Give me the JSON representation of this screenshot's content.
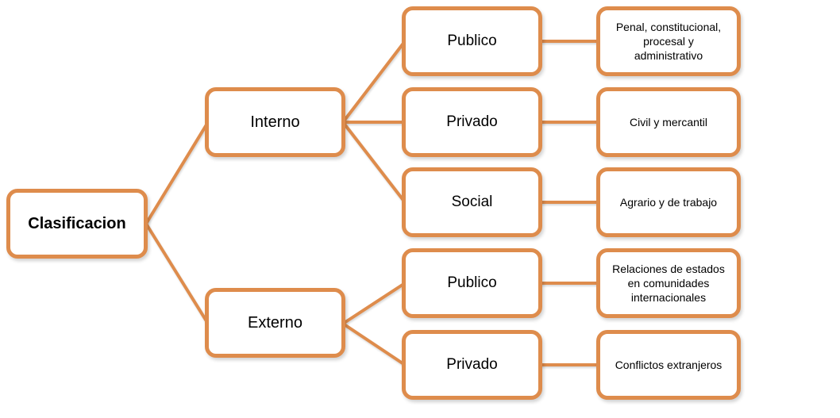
{
  "diagram": {
    "type": "hierarchy-tree",
    "root": {
      "label": "Clasificacion"
    },
    "branches": [
      {
        "label": "Interno",
        "children": [
          {
            "label": "Publico",
            "detail": "Penal, constitucional, procesal y administrativo"
          },
          {
            "label": "Privado",
            "detail": "Civil y mercantil"
          },
          {
            "label": "Social",
            "detail": "Agrario y de trabajo"
          }
        ]
      },
      {
        "label": "Externo",
        "children": [
          {
            "label": "Publico",
            "detail": "Relaciones de estados en comunidades internacionales"
          },
          {
            "label": "Privado",
            "detail": "Conflictos extranjeros"
          }
        ]
      }
    ],
    "colors": {
      "box_border": "#DE8C4C",
      "connector": "#DE8C4C",
      "box_fill": "#FFFFFF",
      "text": "#000000",
      "background": "#FFFFFF"
    }
  }
}
